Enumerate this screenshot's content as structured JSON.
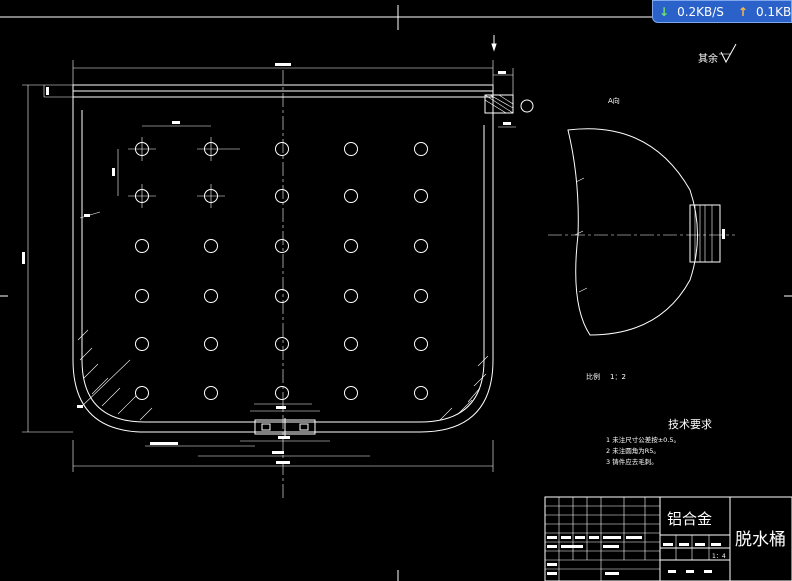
{
  "net_monitor": {
    "down_rate": "0.2KB/S",
    "up_rate": "0.1KB",
    "down_icon": "arrow-down-icon",
    "up_icon": "arrow-up-icon"
  },
  "drawing": {
    "roughness_label": "其余",
    "view_label": "A向",
    "scale_label": "比例",
    "scale_value": "1：2",
    "tech_title": "技术要求",
    "tech_notes": [
      "1 未注尺寸公差按±0.5。",
      "2 未注圆角为R5。",
      "3 铸件应去毛刺。"
    ],
    "title_block": {
      "material": "铝合金",
      "part_name": "脱水桶",
      "scale": "1：4"
    }
  },
  "colors": {
    "background": "#000000",
    "lines": "#ffffff",
    "badge": "#2a62c9"
  }
}
